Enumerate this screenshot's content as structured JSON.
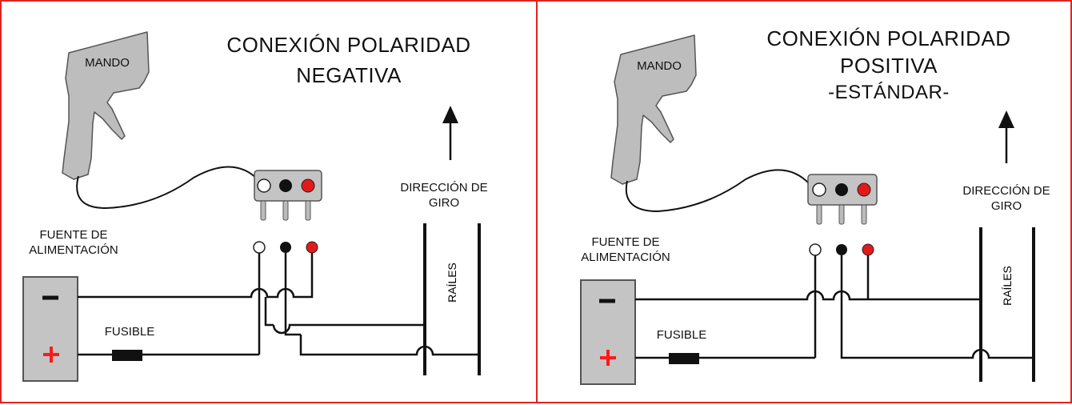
{
  "panels": [
    {
      "title_line1": "CONEXIÓN POLARIDAD",
      "title_line2": "NEGATIVA",
      "title_line3": "",
      "controller_label": "MANDO",
      "direction_label_line1": "DIRECCIÓN DE",
      "direction_label_line2": "GIRO",
      "power_label_line1": "FUENTE DE",
      "power_label_line2": "ALIMENTACIÓN",
      "fuse_label": "FUSIBLE",
      "rails_label": "RAÍLES",
      "minus_symbol": "−",
      "plus_symbol": "+"
    },
    {
      "title_line1": "CONEXIÓN POLARIDAD",
      "title_line2": "POSITIVA",
      "title_line3": "-ESTÁNDAR-",
      "controller_label": "MANDO",
      "direction_label_line1": "DIRECCIÓN DE",
      "direction_label_line2": "GIRO",
      "power_label_line1": "FUENTE DE",
      "power_label_line2": "ALIMENTACIÓN",
      "fuse_label": "FUSIBLE",
      "rails_label": "RAÍLES",
      "minus_symbol": "−",
      "plus_symbol": "+"
    }
  ],
  "colors": {
    "border": "#e0241f",
    "controller_fill": "#bdbdbd",
    "connector_fill": "#c4c4c4",
    "terminal_white": "#ffffff",
    "terminal_black": "#111111",
    "terminal_red": "#e41a1a",
    "plus_color": "#ff1a1a"
  }
}
